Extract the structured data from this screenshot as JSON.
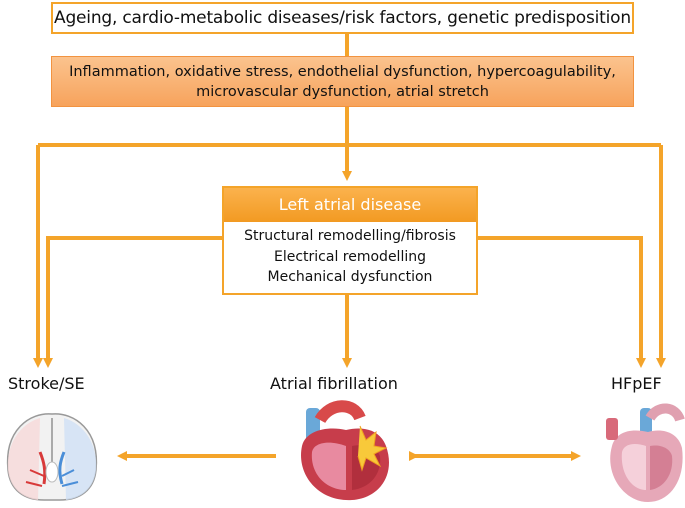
{
  "top_box": {
    "text": "Ageing, cardio-metabolic diseases/risk factors, genetic predisposition"
  },
  "mechanisms_box": {
    "line1": "Inflammation, oxidative stress, endothelial dysfunction, hypercoagulability,",
    "line2": "microvascular dysfunction, atrial stretch"
  },
  "left_atrial_box": {
    "title": "Left atrial disease",
    "items": [
      "Structural remodelling/fibrosis",
      "Electrical remodelling",
      "Mechanical dysfunction"
    ]
  },
  "outcomes": {
    "stroke": "Stroke/SE",
    "af": "Atrial fibrillation",
    "hfpef": "HFpEF"
  },
  "icons": [
    "brain-icon",
    "heart-af-icon",
    "heart-hfpef-icon"
  ],
  "colors": {
    "arrow": "#f4a42a",
    "box_fill": "#f7a35c",
    "brain_red": "#d83a3a",
    "brain_blue": "#4a8ed8",
    "heart_pink": "#e88aa0",
    "vessel_blue": "#6aa8d8"
  }
}
